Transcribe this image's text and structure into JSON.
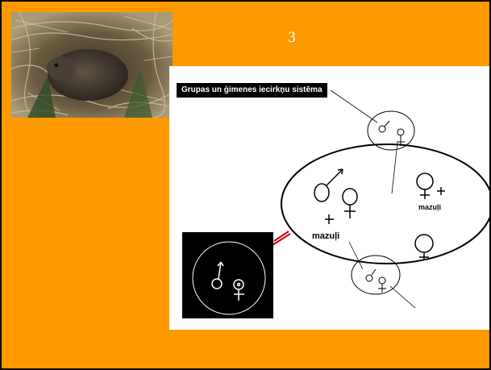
{
  "slide": {
    "number": "3"
  },
  "photo": {
    "description_icon": "vole-in-grass-nest-photo"
  },
  "diagram": {
    "title": "Grupas un ģimenes iecirkņu sistēma",
    "offspring_label_main": "mazuļi",
    "offspring_label_right": "mazuļi"
  },
  "colors": {
    "slide_background": "#ff9900",
    "canvas_background": "#ffffff",
    "inset_background": "#000000",
    "connector_cyan": "#33ccff",
    "connector_red": "#cc0000"
  }
}
